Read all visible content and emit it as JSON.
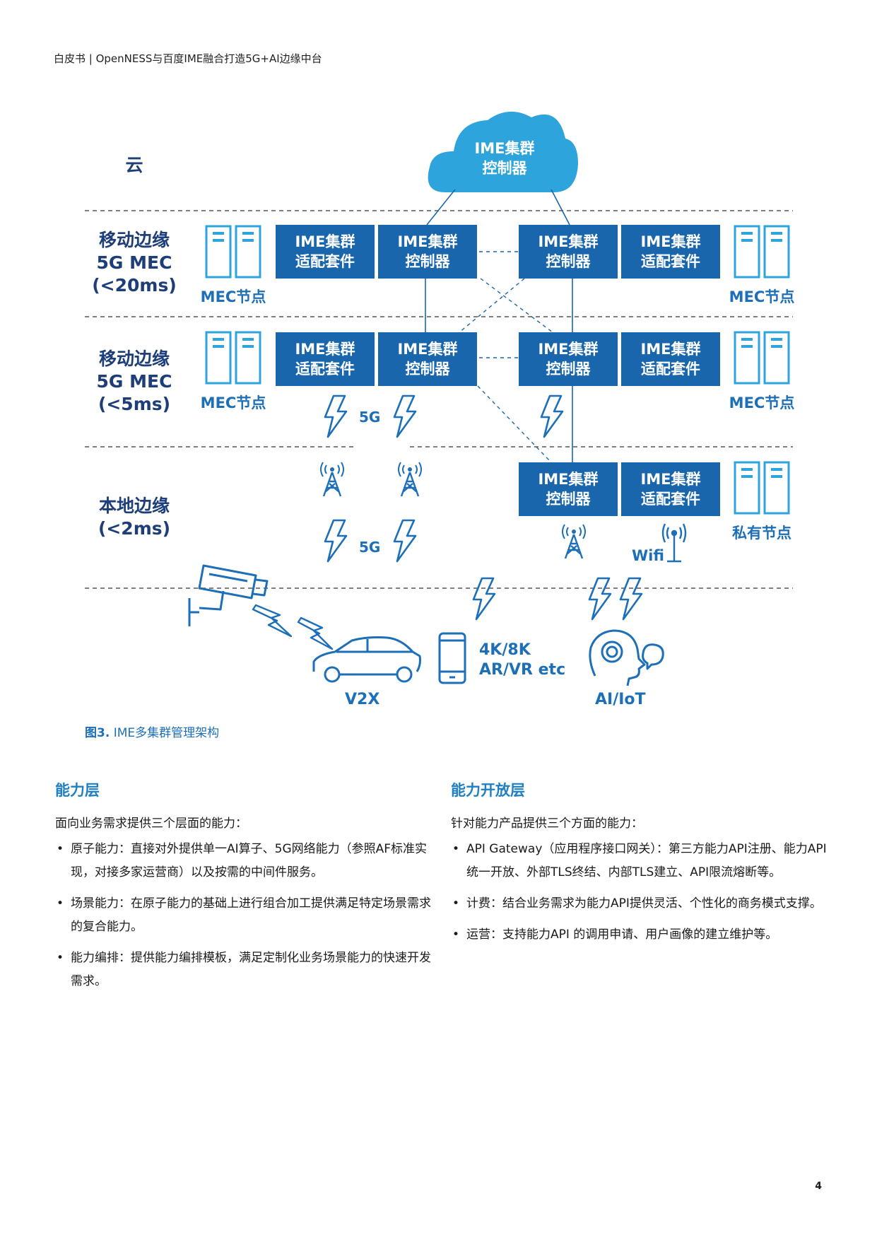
{
  "header": "白皮书 | OpenNESS与百度IME融合打造5G+AI边缘中台",
  "diagram": {
    "cloud_label": [
      "IME集群",
      "控制器"
    ],
    "layers": [
      {
        "lines": [
          "云"
        ]
      },
      {
        "lines": [
          "移动边缘",
          "5G MEC",
          "(<20ms)"
        ]
      },
      {
        "lines": [
          "移动边缘",
          "5G MEC",
          "(<5ms)"
        ]
      },
      {
        "lines": [
          "本地边缘",
          "(<2ms)"
        ]
      }
    ],
    "node_labels": {
      "mec_node": "MEC节点",
      "private_node": "私有节点"
    },
    "boxes": {
      "adapter": [
        "IME集群",
        "适配套件"
      ],
      "controller": [
        "IME集群",
        "控制器"
      ]
    },
    "labels": {
      "fiveg": "5G",
      "wifi": "Wifi",
      "v2x": "V2X",
      "video_1": "4K/8K",
      "video_2": "AR/VR etc",
      "aiot": "AI/IoT"
    },
    "colors": {
      "box": "#1a66ad",
      "cloud": "#2ea4dc",
      "accent": "#1d6fb8",
      "navy": "#1d3e78"
    }
  },
  "caption": {
    "prefix": "图3.",
    "text": " IME多集群管理架构"
  },
  "left_column": {
    "title": "能力层",
    "intro": "面向业务需求提供三个层面的能力：",
    "items": [
      "原子能力：直接对外提供单一AI算子、5G网络能力（参照AF标准实现，对接多家运营商）以及按需的中间件服务。",
      "场景能力：在原子能力的基础上进行组合加工提供满足特定场景需求的复合能力。",
      "能力编排：提供能力编排模板，满足定制化业务场景能力的快速开发需求。"
    ]
  },
  "right_column": {
    "title": "能力开放层",
    "intro": "针对能力产品提供三个方面的能力：",
    "items": [
      "API Gateway（应用程序接口网关）：第三方能力API注册、能力API统一开放、外部TLS终结、内部TLS建立、API限流熔断等。",
      "计费：结合业务需求为能力API提供灵活、个性化的商务模式支撑。",
      "运营：支持能力API 的调用申请、用户画像的建立维护等。"
    ]
  },
  "page_number": "4"
}
